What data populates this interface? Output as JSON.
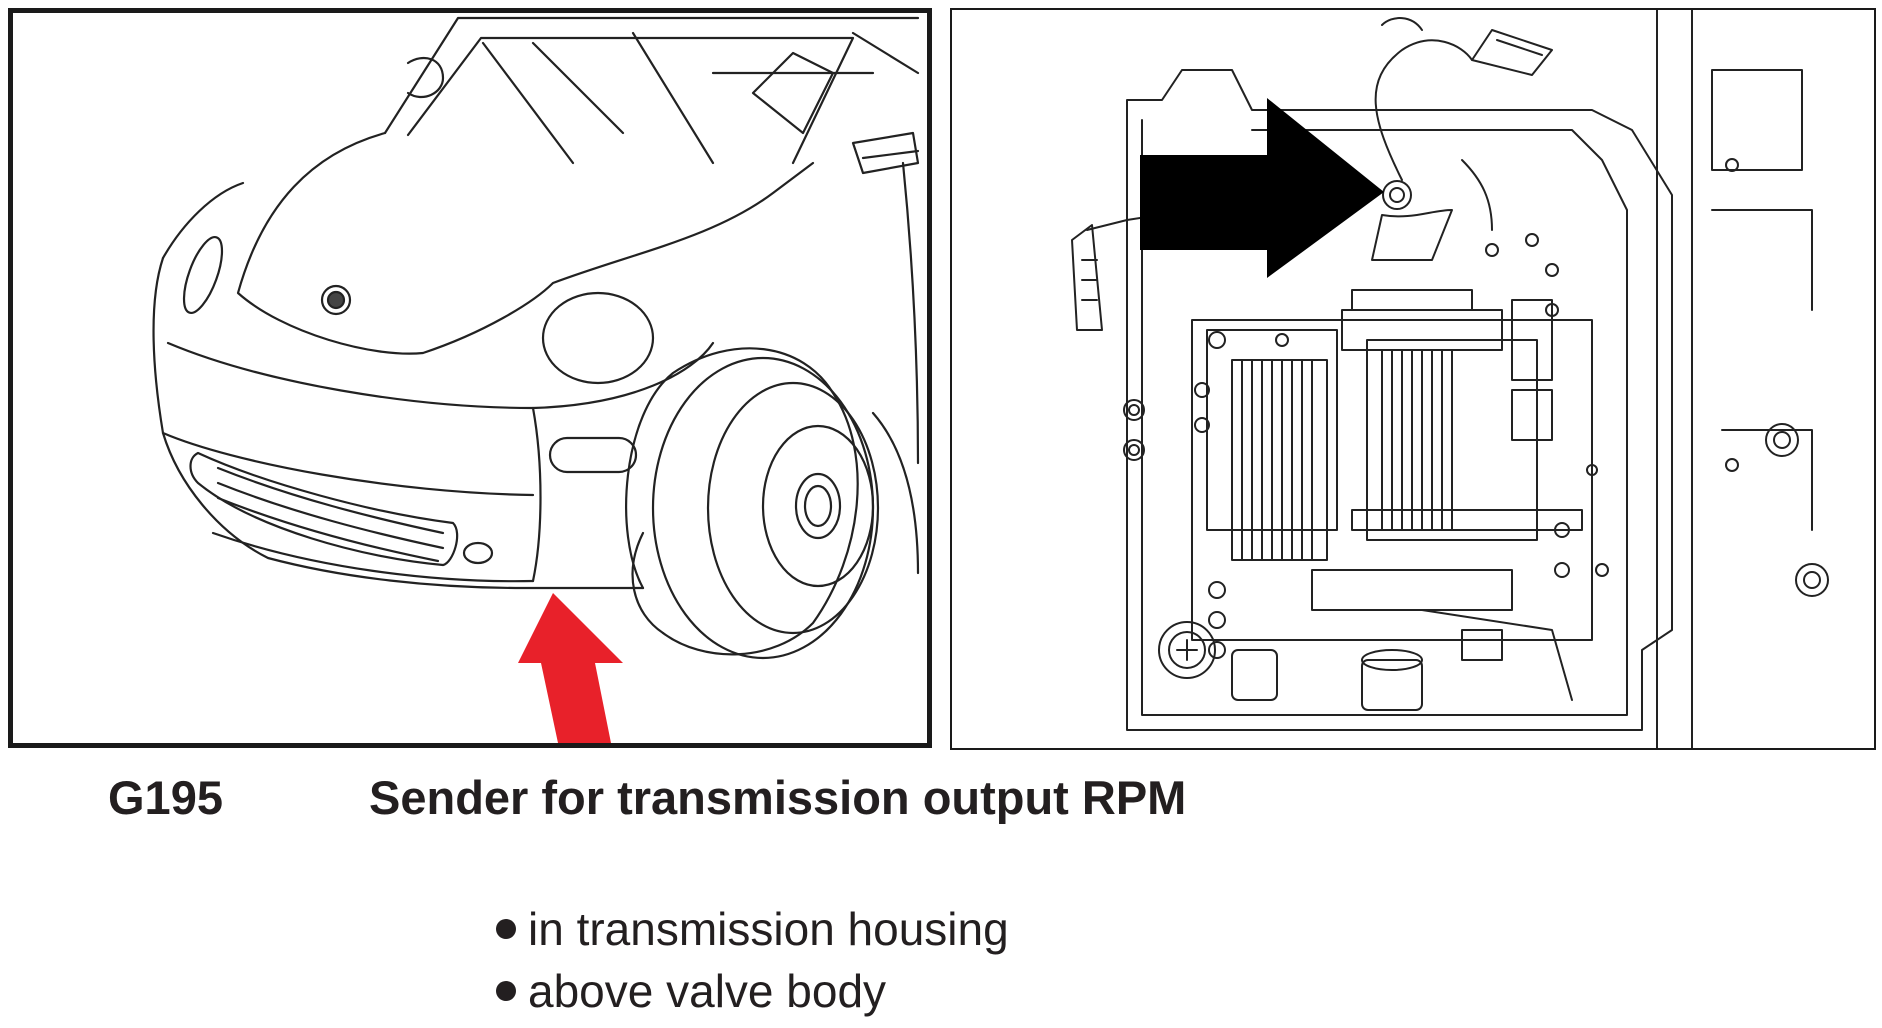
{
  "figure": {
    "left_illustration": "car-front-underbody-view",
    "right_illustration": "transmission-valve-body-view",
    "left_arrow_color": "#e8212a",
    "right_arrow_color": "#000000"
  },
  "caption": {
    "code": "G195",
    "title": "Sender for transmission output RPM"
  },
  "location_notes": [
    "in transmission housing",
    "above valve body"
  ]
}
